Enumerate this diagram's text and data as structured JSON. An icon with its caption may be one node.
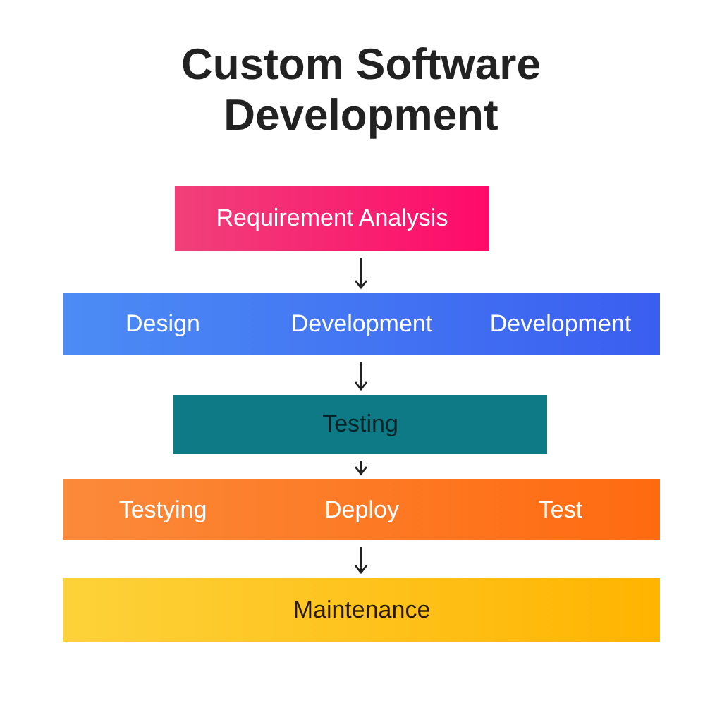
{
  "diagram": {
    "title": "Custom Software Development",
    "nodes": [
      {
        "text": [
          "Requirement Analysis"
        ]
      },
      {
        "text": [
          "Design",
          "Development",
          "Development"
        ]
      },
      {
        "text": [
          "Testing"
        ]
      },
      {
        "text": [
          "Testying",
          "Deploy",
          "Test"
        ]
      },
      {
        "text": [
          "Maintenance"
        ]
      }
    ],
    "edges": [
      {
        "from": 0,
        "to": 1,
        "arrow": "to"
      },
      {
        "from": 1,
        "to": 2,
        "arrow": "to"
      },
      {
        "from": 2,
        "to": 3,
        "arrow": "to"
      },
      {
        "from": 3,
        "to": 4,
        "arrow": "to"
      }
    ]
  }
}
